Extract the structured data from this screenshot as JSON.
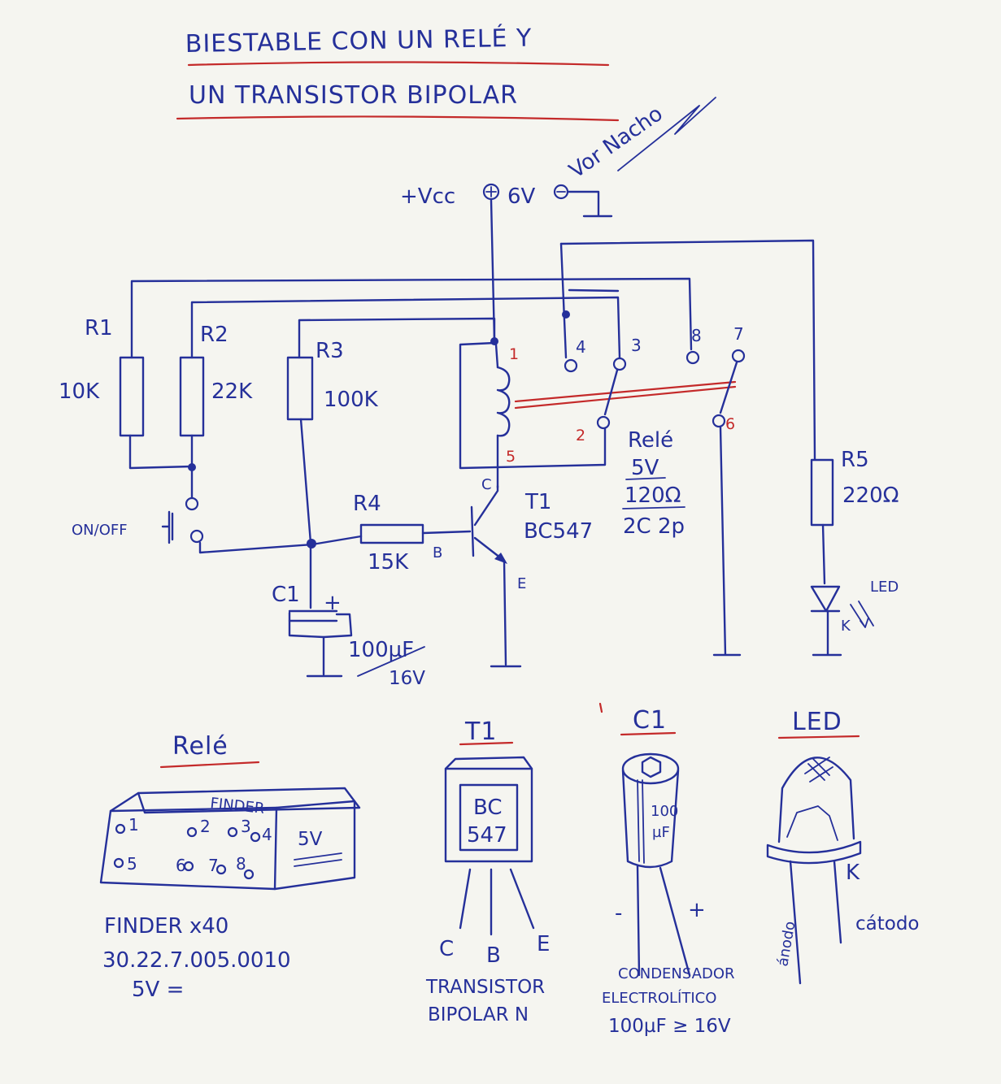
{
  "title": {
    "line1": "BIESTABLE CON UN RELÉ Y",
    "line2": "UN TRANSISTOR BIPOLAR",
    "signature": "Vor Nacho"
  },
  "supply": {
    "vcc": "+Vcc",
    "voltage": "6V"
  },
  "resistors": [
    {
      "ref": "R1",
      "value": "10K"
    },
    {
      "ref": "R2",
      "value": "22K"
    },
    {
      "ref": "R3",
      "value": "100K"
    },
    {
      "ref": "R4",
      "value": "15K"
    },
    {
      "ref": "R5",
      "value": "220Ω"
    }
  ],
  "switch_label": "ON/OFF",
  "capacitor": {
    "ref": "C1",
    "plus": "+",
    "value": "100µF",
    "voltage": "16V"
  },
  "transistor": {
    "ref": "T1",
    "part": "BC547",
    "pin_c": "C",
    "pin_b": "B",
    "pin_e": "E"
  },
  "relay_pins": {
    "p1": "1",
    "p2": "2",
    "p3": "3",
    "p4": "4",
    "p5": "5",
    "p6": "6",
    "p7": "7",
    "p8": "8"
  },
  "relay_spec": {
    "name": "Relé",
    "voltage": "5V",
    "coil": "120Ω",
    "contacts": "2C 2p"
  },
  "led": {
    "label": "LED",
    "cathode": "K"
  },
  "bottom": {
    "relay_heading": "Relé",
    "relay_brand": "FINDER",
    "relay_body_voltage": "5V",
    "relay_pins": [
      "1",
      "2",
      "3",
      "4",
      "5",
      "6",
      "7",
      "8"
    ],
    "relay_model1": "FINDER x40",
    "relay_model2": "30.22.7.005.0010",
    "relay_model3": "5V =",
    "t1_heading": "T1",
    "t1_body1": "BC",
    "t1_body2": "547",
    "t1_pins": [
      "C",
      "B",
      "E"
    ],
    "t1_desc1": "TRANSISTOR",
    "t1_desc2": "BIPOLAR N",
    "c1_heading": "C1",
    "c1_body1": "100",
    "c1_body2": "µF",
    "c1_minus": "-",
    "c1_plus": "+",
    "c1_desc1": "CONDENSADOR",
    "c1_desc2": "ELECTROLÍTICO",
    "c1_desc3": "100µF ≥ 16V",
    "led_heading": "LED",
    "led_k": "K",
    "led_anode": "ánodo",
    "led_cathode": "cátodo"
  }
}
